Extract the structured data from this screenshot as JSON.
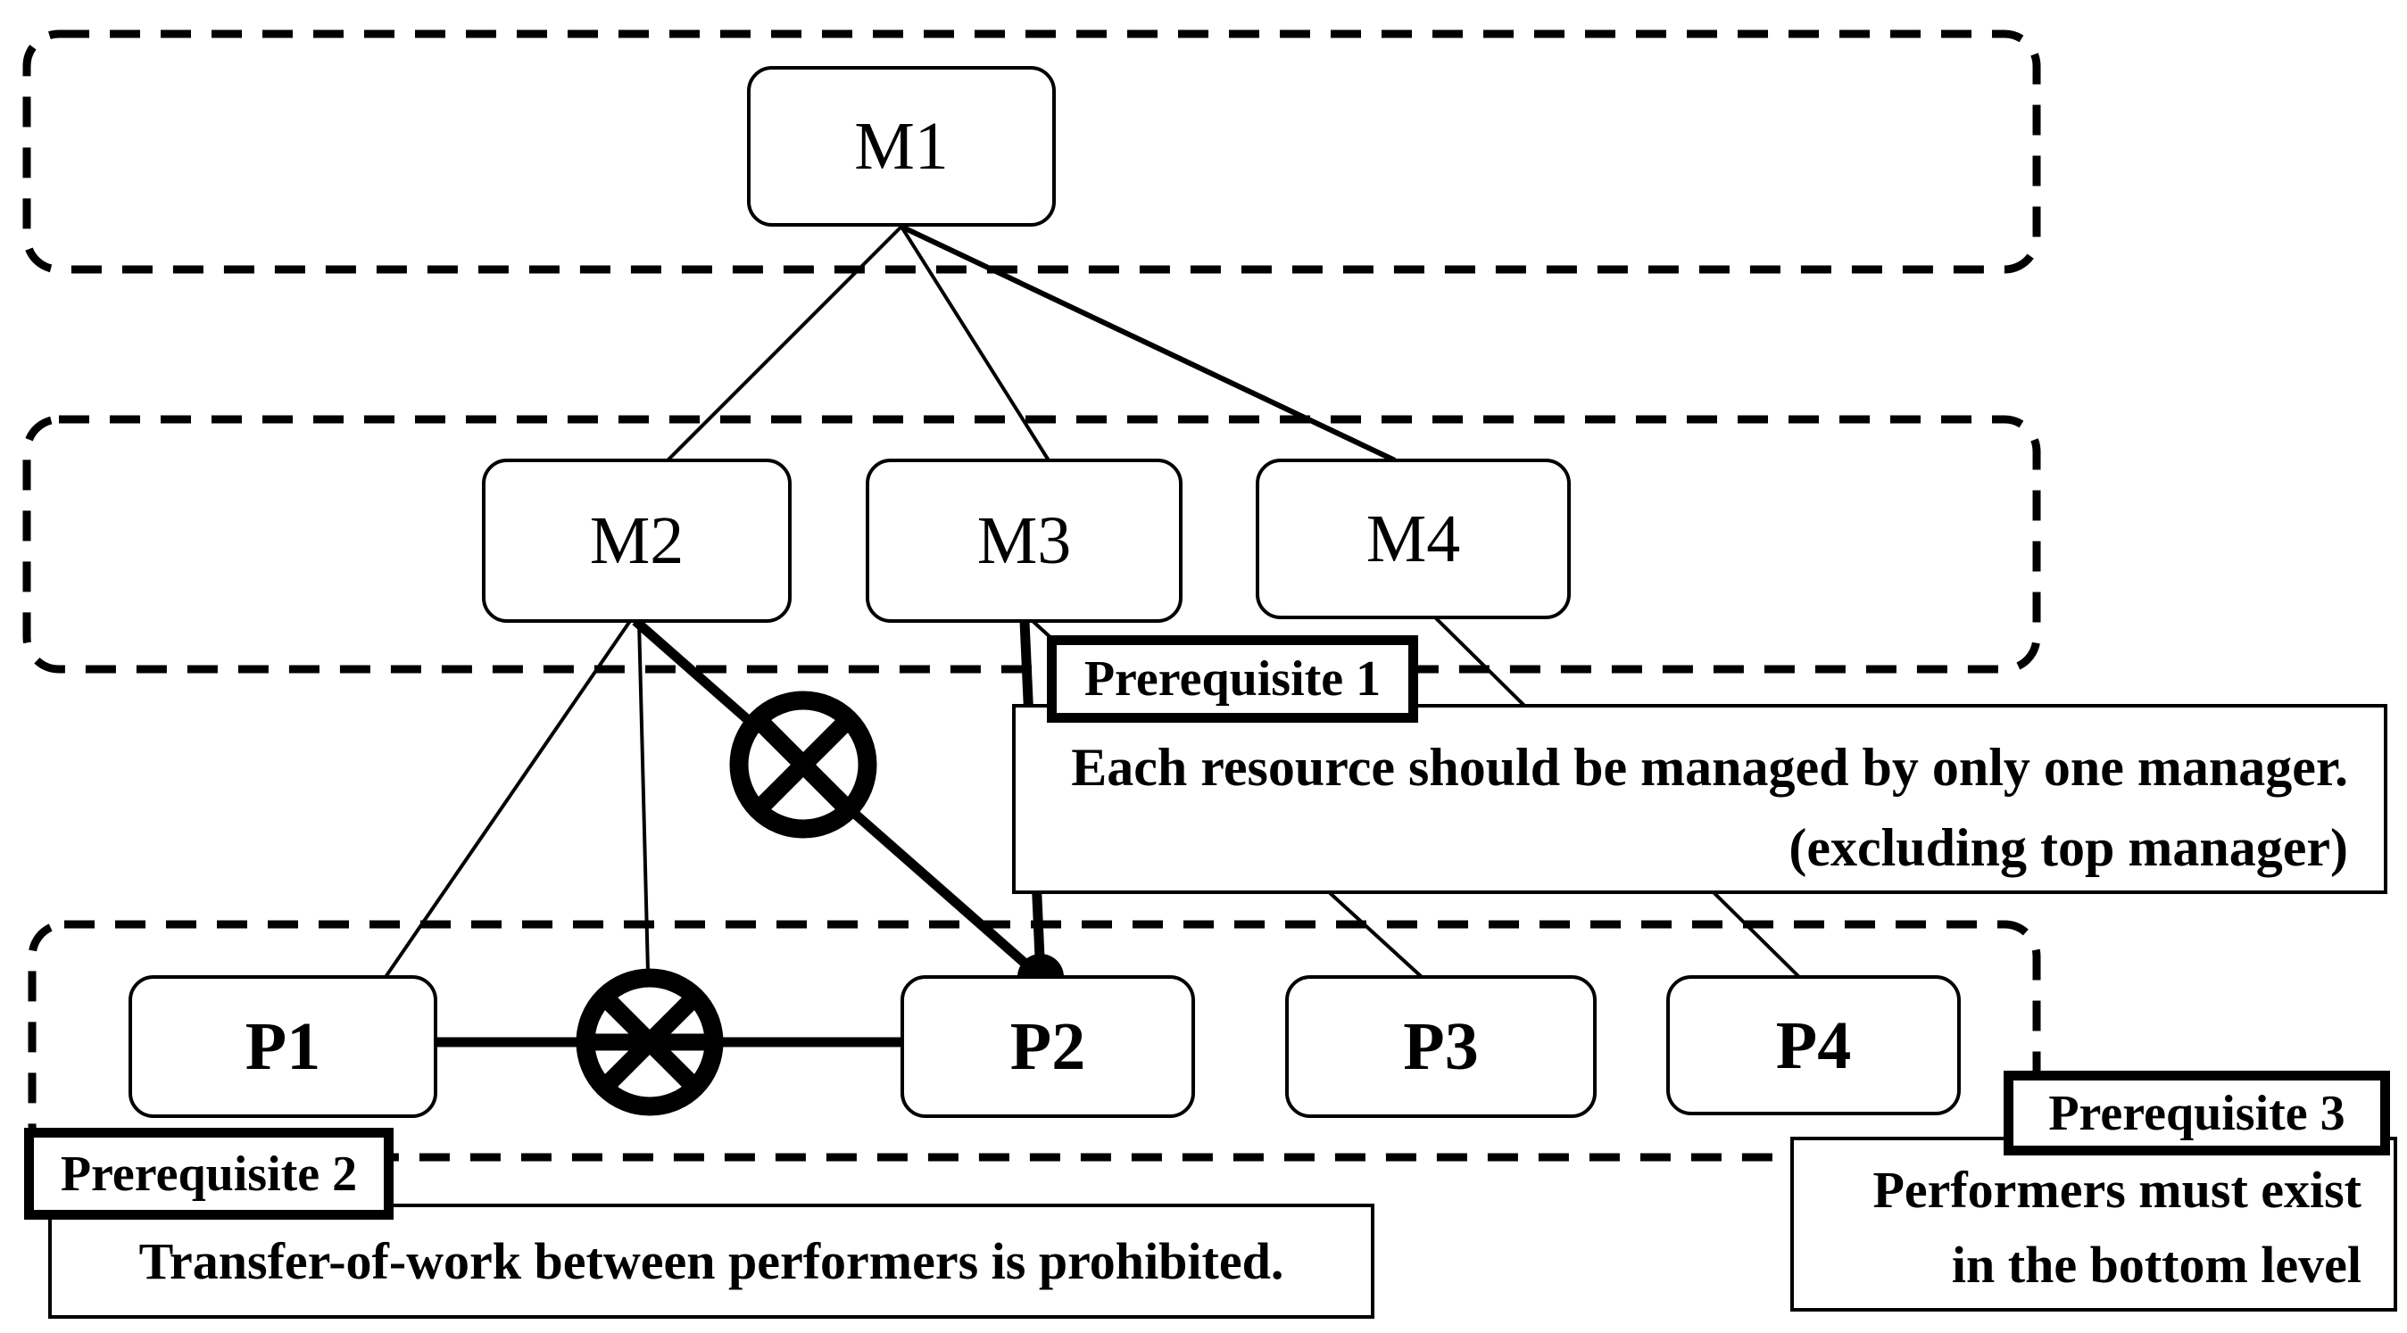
{
  "nodes": {
    "m1": {
      "label": "M1",
      "level": "top"
    },
    "m2": {
      "label": "M2",
      "level": "middle"
    },
    "m3": {
      "label": "M3",
      "level": "middle"
    },
    "m4": {
      "label": "M4",
      "level": "middle"
    },
    "p1": {
      "label": "P1",
      "level": "bottom"
    },
    "p2": {
      "label": "P2",
      "level": "bottom"
    },
    "p3": {
      "label": "P3",
      "level": "bottom"
    },
    "p4": {
      "label": "P4",
      "level": "bottom"
    }
  },
  "levels": [
    {
      "id": "top",
      "nodes": [
        "M1"
      ]
    },
    {
      "id": "middle",
      "nodes": [
        "M2",
        "M3",
        "M4"
      ]
    },
    {
      "id": "bottom",
      "nodes": [
        "P1",
        "P2",
        "P3",
        "P4"
      ]
    }
  ],
  "edges": [
    {
      "from": "M1",
      "to": "M2",
      "weight": "thin"
    },
    {
      "from": "M1",
      "to": "M3",
      "weight": "thin"
    },
    {
      "from": "M1",
      "to": "M4",
      "weight": "thin"
    },
    {
      "from": "M2",
      "to": "P1",
      "weight": "thin"
    },
    {
      "from": "M2",
      "to": "P2",
      "weight": "thick",
      "prohibited": true
    },
    {
      "from": "M2",
      "to": "P1-P2 transfer line",
      "weight": "thin"
    },
    {
      "from": "M3",
      "to": "P2",
      "weight": "thick",
      "junction_dot": true
    },
    {
      "from": "M3",
      "to": "P3",
      "weight": "thin"
    },
    {
      "from": "M4",
      "to": "P4",
      "weight": "thin"
    },
    {
      "from": "P1",
      "to": "P2",
      "weight": "thick",
      "prohibited": true,
      "meaning": "transfer-of-work"
    }
  ],
  "icons": {
    "prohibition": "crossed-circle",
    "junction": "filled-dot"
  },
  "prerequisites": [
    {
      "title": "Prerequisite 1",
      "lines": [
        "Each resource should be managed by only one manager.",
        "(excluding top manager)"
      ]
    },
    {
      "title": "Prerequisite 2",
      "lines": [
        "Transfer-of-work between performers is prohibited."
      ]
    },
    {
      "title": "Prerequisite 3",
      "lines": [
        "Performers must exist",
        "in the bottom level"
      ]
    }
  ],
  "colors": {
    "ink": "#000000",
    "background": "#ffffff"
  }
}
